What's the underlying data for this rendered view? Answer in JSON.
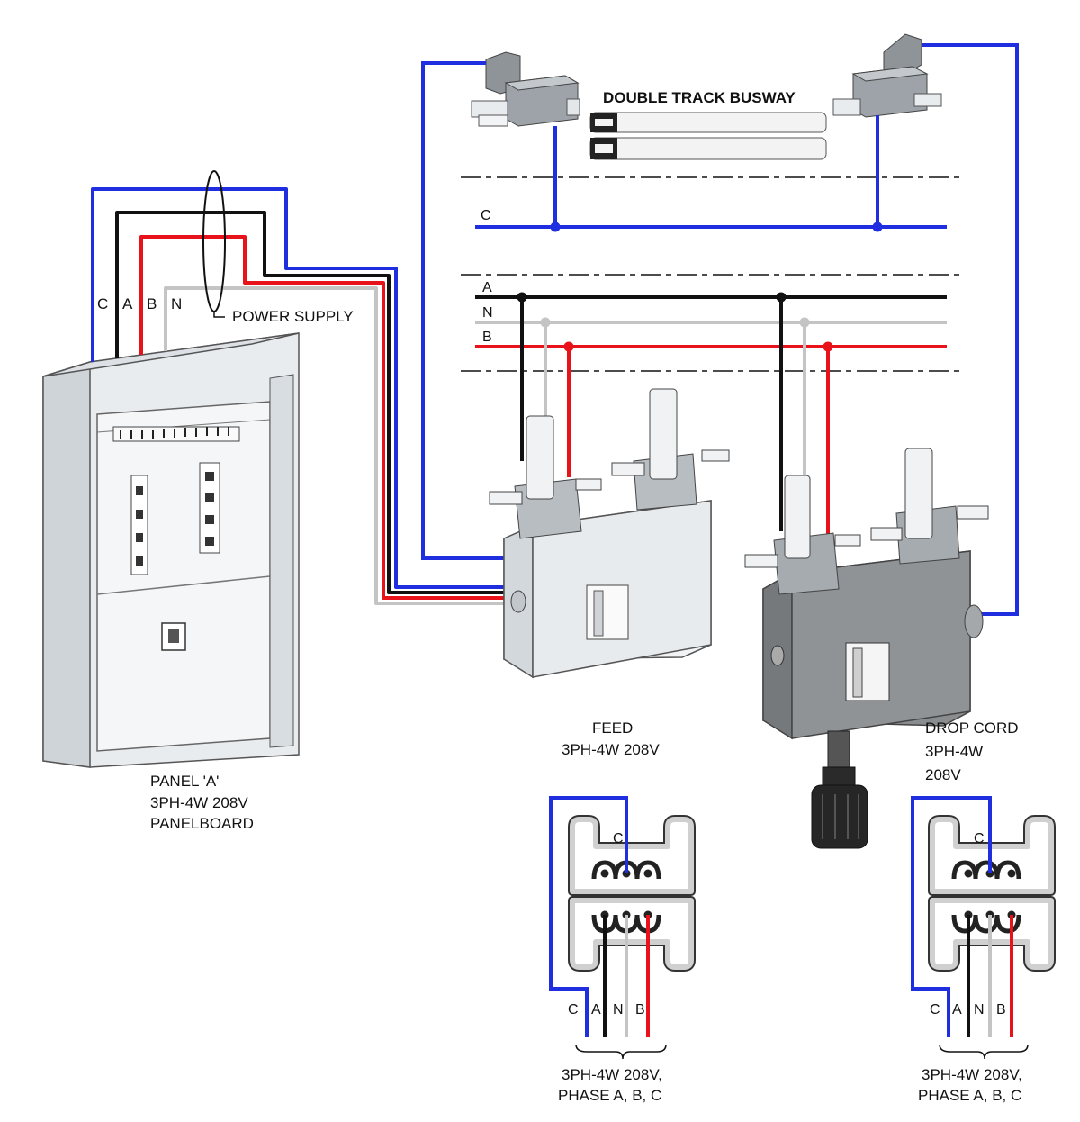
{
  "colors": {
    "phase_c": "#1f2fe0",
    "phase_a": "#111111",
    "phase_b": "#e8131a",
    "neutral": "#c4c4c4",
    "box_light": "#e4e8ec",
    "box_dark": "#8c8c8c"
  },
  "labels": {
    "busway_title": "DOUBLE TRACK BUSWAY",
    "power_supply": "POWER SUPPLY",
    "panel_wires": [
      "C",
      "A",
      "B",
      "N"
    ],
    "bus_c": "C",
    "bus_a": "A",
    "bus_n": "N",
    "bus_b": "B",
    "panel_line1": "PANEL 'A'",
    "panel_line2": "3PH-4W 208V",
    "panel_line3": "PANELBOARD",
    "feed_line1": "FEED",
    "feed_line2": "3PH-4W 208V",
    "drop_line1": "DROP CORD",
    "drop_line2": "3PH-4W",
    "drop_line3": "208V",
    "section_top_label": "C",
    "section_wires": [
      "C",
      "A",
      "N",
      "B"
    ],
    "section_caption_line1": "3PH-4W 208V,",
    "section_caption_line2": "PHASE A, B, C"
  },
  "icons": [
    "panelboard-icon",
    "feed-box-icon",
    "drop-cord-box-icon",
    "end-feed-icon",
    "busway-track-icon",
    "plug-icon",
    "busway-section-icon"
  ]
}
